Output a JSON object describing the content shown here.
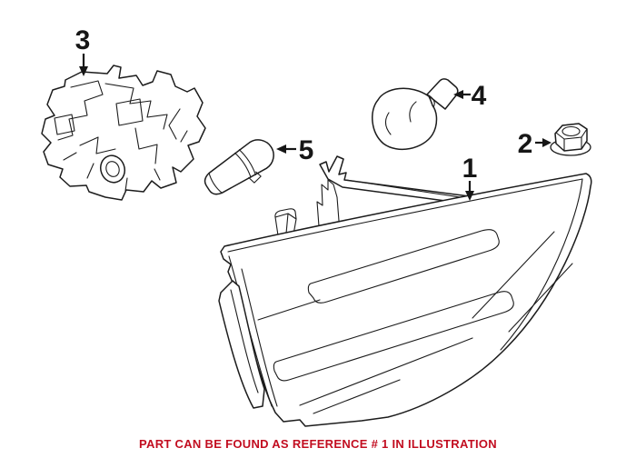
{
  "diagram": {
    "type": "exploded-parts-illustration",
    "background": "#ffffff",
    "line_color": "#1c1c1c",
    "label_color": "#161616",
    "parts": [
      {
        "ref": "1",
        "name": "tail-light-assembly"
      },
      {
        "ref": "2",
        "name": "hex-flange-nut"
      },
      {
        "ref": "3",
        "name": "bulb-socket-housing"
      },
      {
        "ref": "4",
        "name": "bulb-large"
      },
      {
        "ref": "5",
        "name": "bulb-small"
      }
    ],
    "caption": {
      "text": "PART CAN BE FOUND AS REFERENCE # 1 IN ILLUSTRATION",
      "color": "#c20d20"
    }
  }
}
